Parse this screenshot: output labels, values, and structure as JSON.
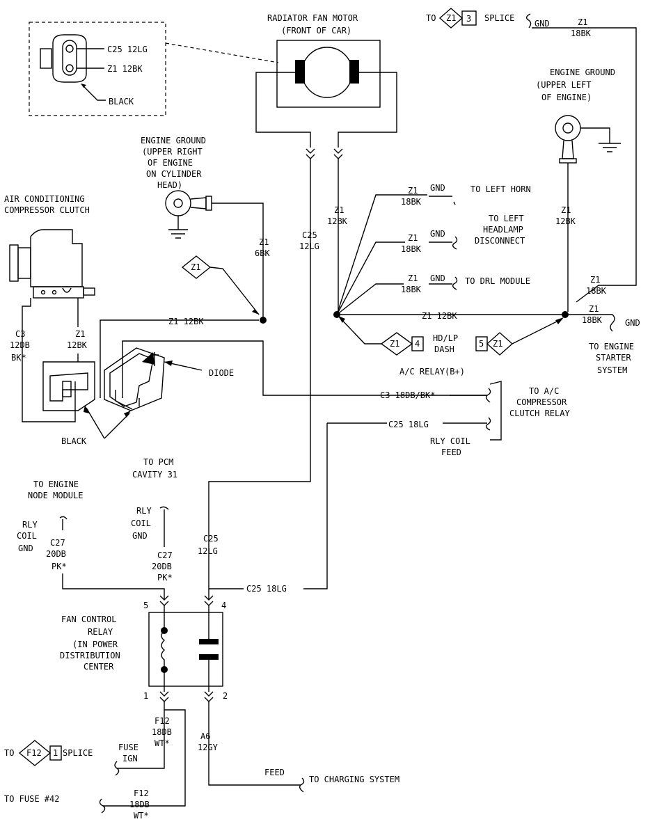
{
  "connector": {
    "c25": "C25 12LG",
    "z1": "Z1 12BK",
    "black": "BLACK"
  },
  "motor": {
    "line1": "RADIATOR FAN MOTOR",
    "line2": "(FRONT OF CAR)"
  },
  "splice_top": {
    "to": "TO",
    "diamond": "Z1",
    "num": "3",
    "splice": "SPLICE",
    "gnd": "GND",
    "wire1": "Z1",
    "wire2": "18BK"
  },
  "engine_ground_left": {
    "lines": [
      "ENGINE GROUND",
      "(UPPER LEFT",
      "OF ENGINE)"
    ]
  },
  "engine_ground_right": {
    "lines": [
      "ENGINE GROUND",
      "(UPPER RIGHT",
      "OF ENGINE",
      "ON CYLINDER",
      "HEAD)"
    ]
  },
  "ac_clutch": {
    "line1": "AIR CONDITIONING",
    "line2": "COMPRESSOR CLUTCH"
  },
  "wires": {
    "z1_6bk_1": "Z1",
    "z1_6bk_2": "6BK",
    "z1_diamond": "Z1",
    "c25_1": "C25",
    "c25_2": "12LG",
    "z1_12bk_1": "Z1",
    "z1_12bk_2": "12BK",
    "z1_12bk_h": "Z1 12BK",
    "z1_12bk_mid": "Z1 12BK",
    "c3_1": "C3",
    "c3_2": "12DB",
    "c3_3": "BK*",
    "z1_c1": "Z1",
    "z1_c2": "12BK",
    "diode": "DIODE",
    "black": "BLACK",
    "z1_18bk_right1": "Z1",
    "z1_18bk_right2": "12BK",
    "z1_18bk_r1": "Z1",
    "z1_18bk_r2": "18BK",
    "z1_18bk_s1": "Z1",
    "z1_18bk_s2": "18BK",
    "gnd": "GND"
  },
  "branches": {
    "horn_z1": "Z1",
    "horn_18bk": "18BK",
    "horn_gnd": "GND",
    "horn_to": "TO LEFT HORN",
    "head_z1": "Z1",
    "head_18bk": "18BK",
    "head_gnd": "GND",
    "head_to1": "TO LEFT",
    "head_to2": "HEADLAMP",
    "head_to3": "DISCONNECT",
    "drl_z1": "Z1",
    "drl_18bk": "18BK",
    "drl_gnd": "GND",
    "drl_to": "TO DRL MODULE"
  },
  "diamonds": {
    "left_z1": "Z1",
    "left_num": "4",
    "hdlp1": "HD/LP",
    "hdlp2": "DASH",
    "right_num": "5",
    "right_z1": "Z1"
  },
  "starter": {
    "line1": "TO ENGINE",
    "line2": "STARTER",
    "line3": "SYSTEM"
  },
  "ac_relay": {
    "b_plus": "A/C RELAY(B+)",
    "c3_wire": "C3 18DB/BK*",
    "c25_wire": "C25 18LG",
    "to1": "TO A/C",
    "to2": "COMPRESSOR",
    "to3": "CLUTCH RELAY",
    "rly1": "RLY COIL",
    "rly2": "FEED"
  },
  "pcm": {
    "line1": "TO PCM",
    "line2": "CAVITY 31"
  },
  "node": {
    "line1": "TO ENGINE",
    "line2": "NODE MODULE"
  },
  "rly_gnd_left": {
    "line1": "RLY",
    "line2": "COIL",
    "line3": "GND",
    "c27": "C27",
    "w2": "20DB",
    "w3": "PK*"
  },
  "rly_gnd_mid": {
    "line1": "RLY",
    "line2": "COIL",
    "line3": "GND",
    "c27": "C27",
    "w2": "20DB",
    "w3": "PK*"
  },
  "c25_lower": {
    "line1": "C25",
    "line2": "12LG",
    "h": "C25 18LG"
  },
  "relay": {
    "pin5": "5",
    "pin4": "4",
    "pin1": "1",
    "pin2": "2",
    "lines": [
      "FAN CONTROL",
      "RELAY",
      "(IN POWER",
      "DISTRIBUTION",
      "CENTER"
    ]
  },
  "f12": {
    "w1": "F12",
    "w2": "18DB",
    "w3": "WT*"
  },
  "a6": {
    "w1": "A6",
    "w2": "12GY",
    "feed": "FEED",
    "to": "TO CHARGING SYSTEM"
  },
  "splice_bottom": {
    "to": "TO",
    "diamond": "F12",
    "num": "1",
    "splice": "SPLICE",
    "fuse1": "FUSE",
    "fuse2": "IGN"
  },
  "fuse42": {
    "to": "TO FUSE #42",
    "w1": "F12",
    "w2": "18DB",
    "w3": "WT*"
  }
}
